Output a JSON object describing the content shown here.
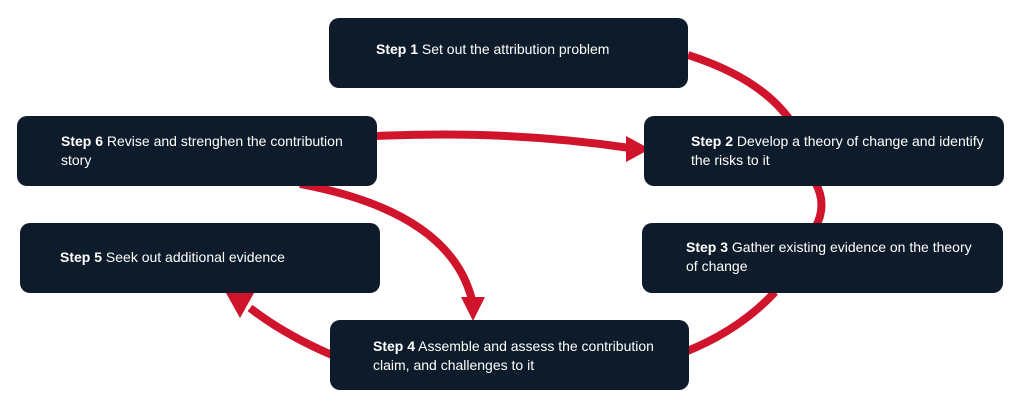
{
  "colors": {
    "box_background": "#0d1b2a",
    "box_text": "#ffffff",
    "arrow": "#d0142c",
    "page_background": "#ffffff"
  },
  "steps": [
    {
      "label": "Step 1",
      "text": "Set out the attribution problem"
    },
    {
      "label": "Step 2",
      "text": "Develop a theory of change and identify the risks to it"
    },
    {
      "label": "Step 3",
      "text": "Gather existing evidence on the theory of change"
    },
    {
      "label": "Step 4",
      "text": "Assemble and assess the contribution claim, and challenges to it"
    },
    {
      "label": "Step 5",
      "text": "Seek out additional evidence"
    },
    {
      "label": "Step 6",
      "text": "Revise and strenghen the contribution story"
    }
  ],
  "connections": [
    {
      "from": "Step 1",
      "to": "Step 2"
    },
    {
      "from": "Step 2",
      "to": "Step 3"
    },
    {
      "from": "Step 3",
      "to": "Step 4"
    },
    {
      "from": "Step 4",
      "to": "Step 5"
    },
    {
      "from": "Step 6",
      "to": "Step 2"
    },
    {
      "from": "Step 6",
      "to": "Step 4"
    }
  ]
}
